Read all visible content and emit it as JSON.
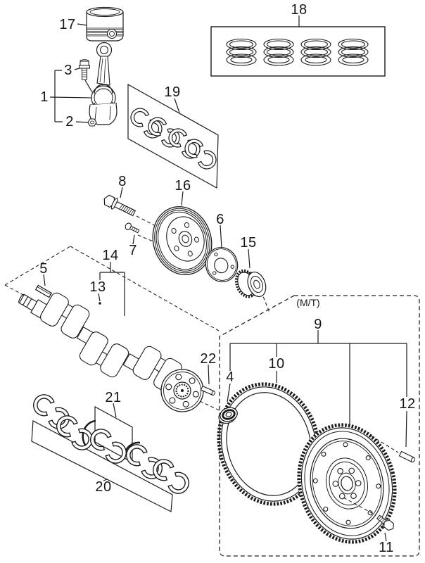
{
  "diagram": {
    "note_mt": "(M/T)",
    "line_color": "#1a1a1a",
    "background": "#ffffff",
    "callouts": {
      "c1": "1",
      "c2": "2",
      "c3": "3",
      "c4": "4",
      "c5": "5",
      "c6": "6",
      "c7": "7",
      "c8": "8",
      "c9": "9",
      "c10": "10",
      "c11": "11",
      "c12": "12",
      "c13": "13",
      "c14": "14",
      "c15": "15",
      "c16": "16",
      "c17": "17",
      "c18": "18",
      "c19": "19",
      "c20": "20",
      "c21": "21",
      "c22": "22"
    }
  }
}
